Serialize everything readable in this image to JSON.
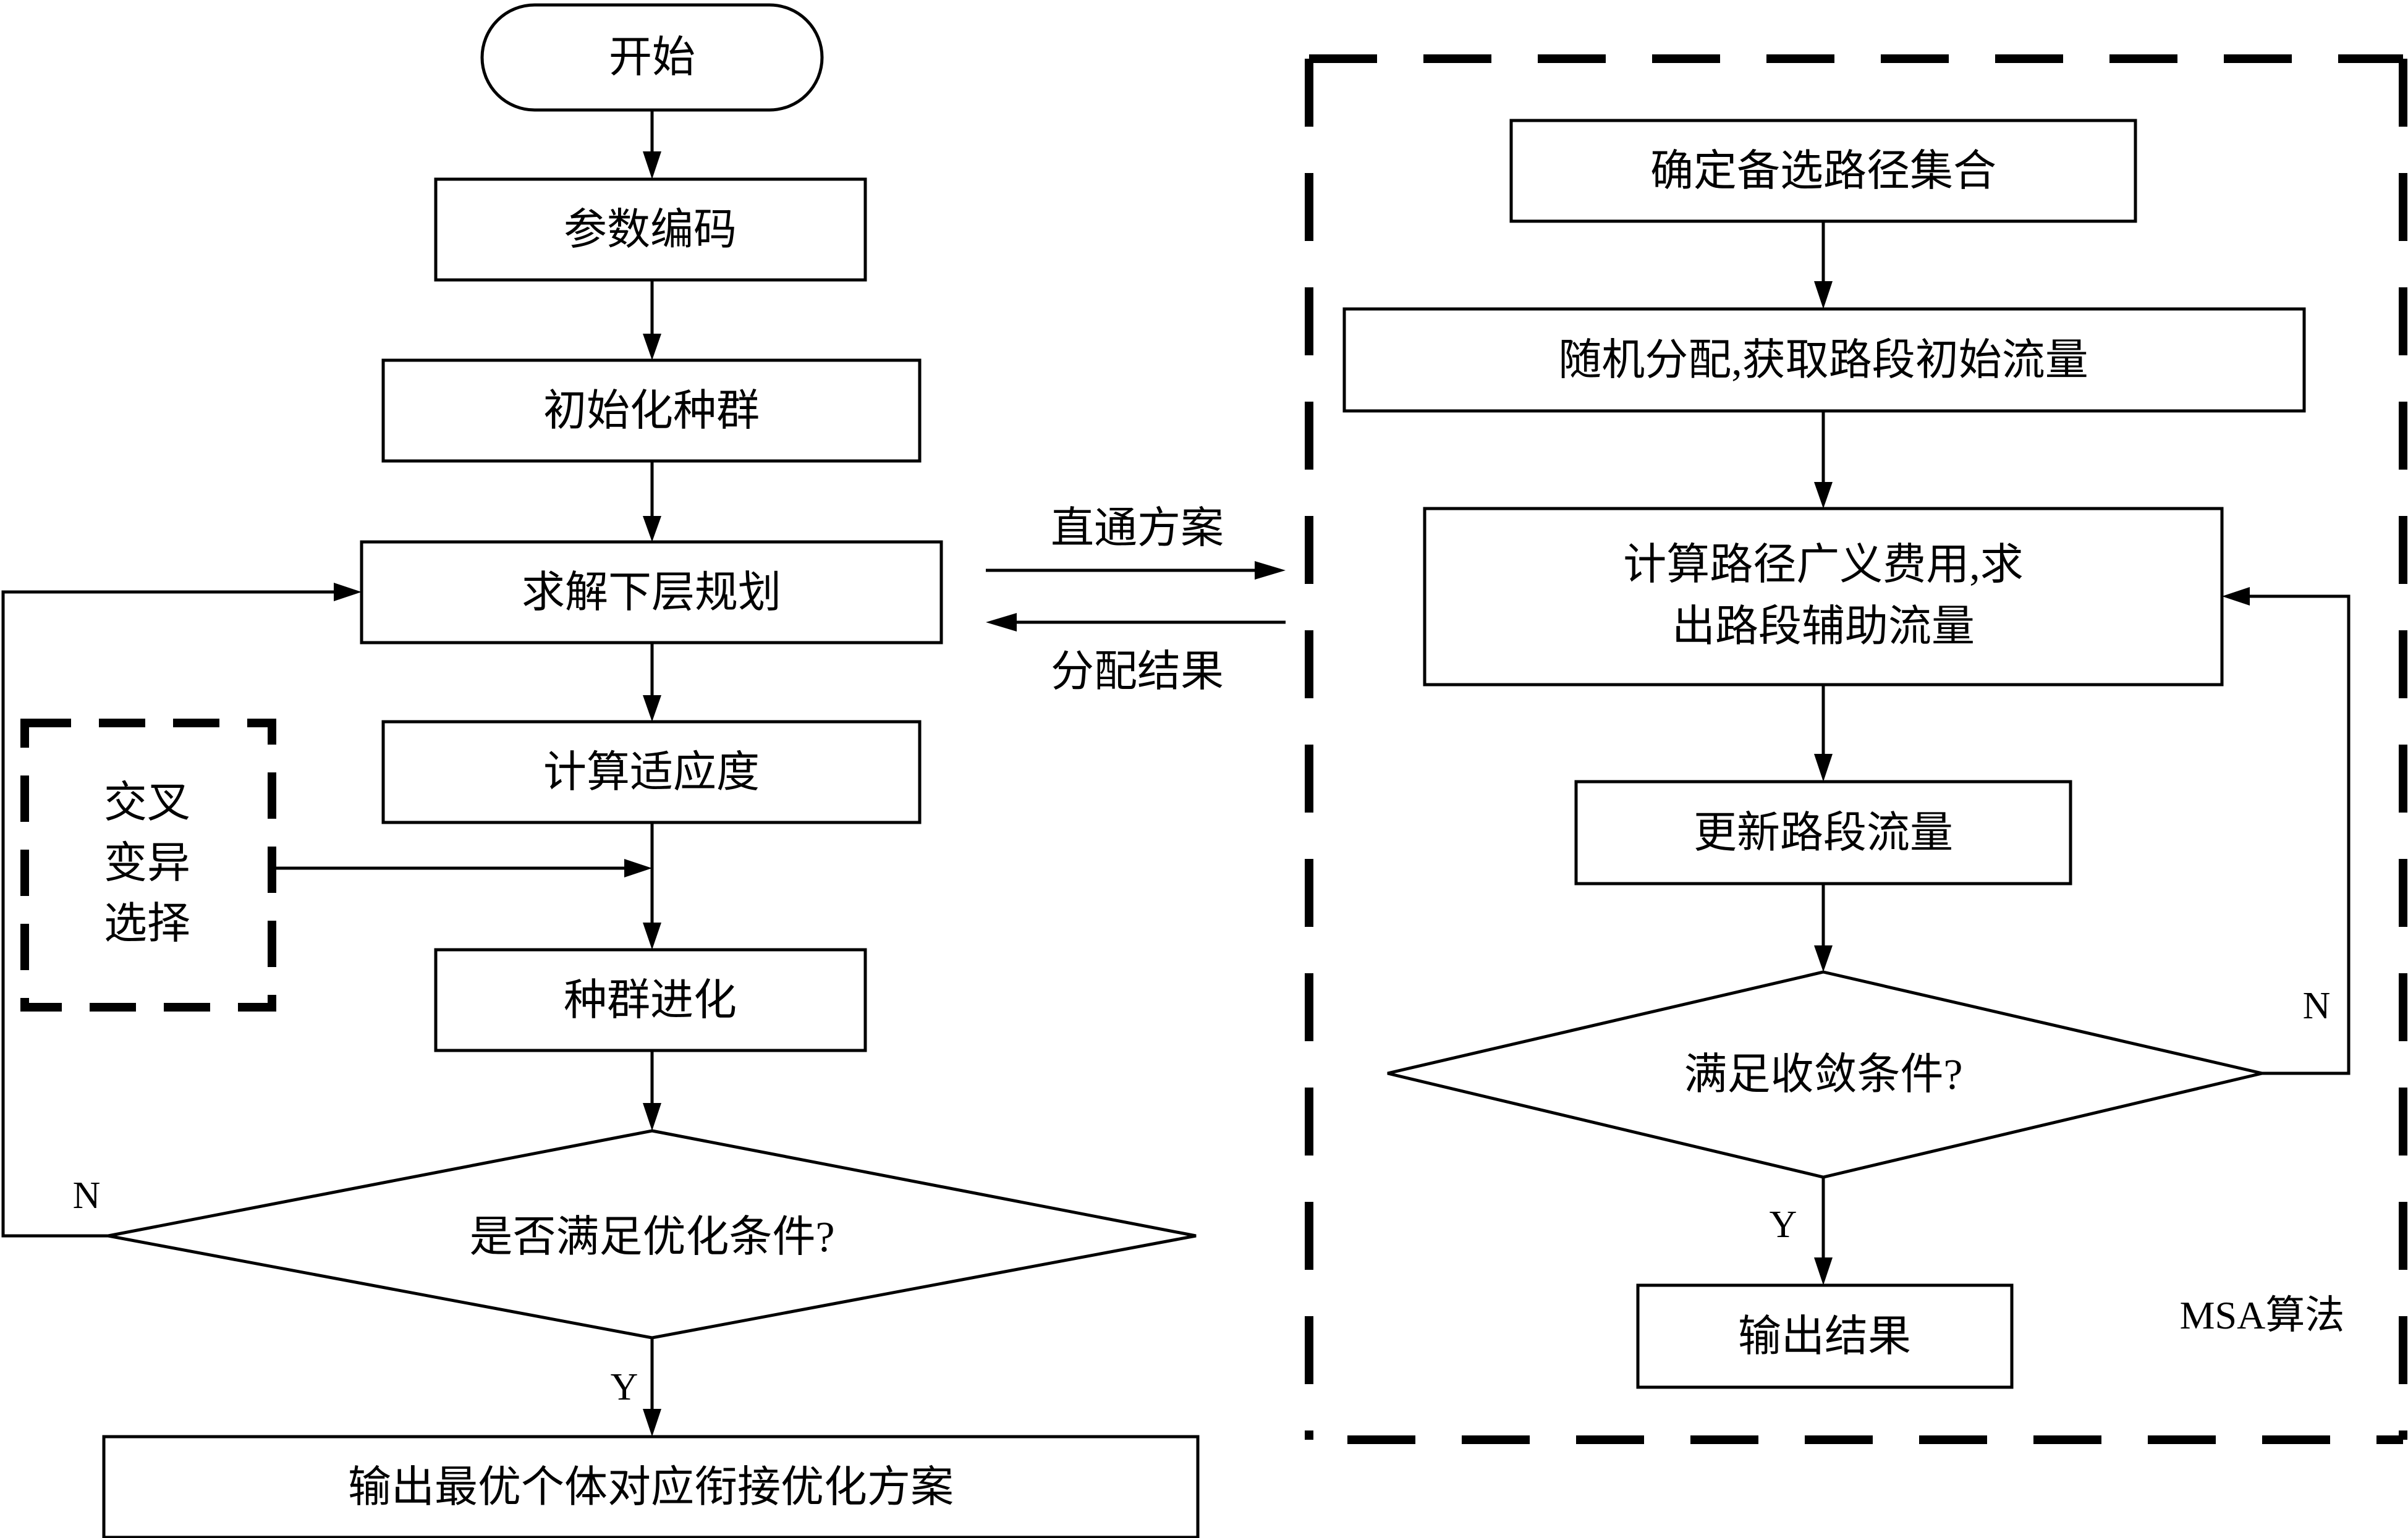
{
  "left": {
    "start": "开始",
    "encode": "参数编码",
    "init_pop": "初始化种群",
    "solve_lower": "求解下层规划",
    "fitness": "计算适应度",
    "ops_line1": "交叉",
    "ops_line2": "变异",
    "ops_line3": "选择",
    "evolve": "种群进化",
    "condition": "是否满足优化条件?",
    "no_label": "N",
    "yes_label": "Y",
    "output": "输出最优个体对应衔接优化方案"
  },
  "middle": {
    "to_right": "直通方案",
    "to_left": "分配结果"
  },
  "right": {
    "candidate_paths": "确定备选路径集合",
    "random_assign": "随机分配,获取路段初始流量",
    "cost_line1": "计算路径广义费用,求",
    "cost_line2": "出路段辅助流量",
    "update_flow": "更新路段流量",
    "convergence": "满足收敛条件?",
    "no_label": "N",
    "yes_label": "Y",
    "output": "输出结果",
    "algo_label": "MSA算法"
  }
}
